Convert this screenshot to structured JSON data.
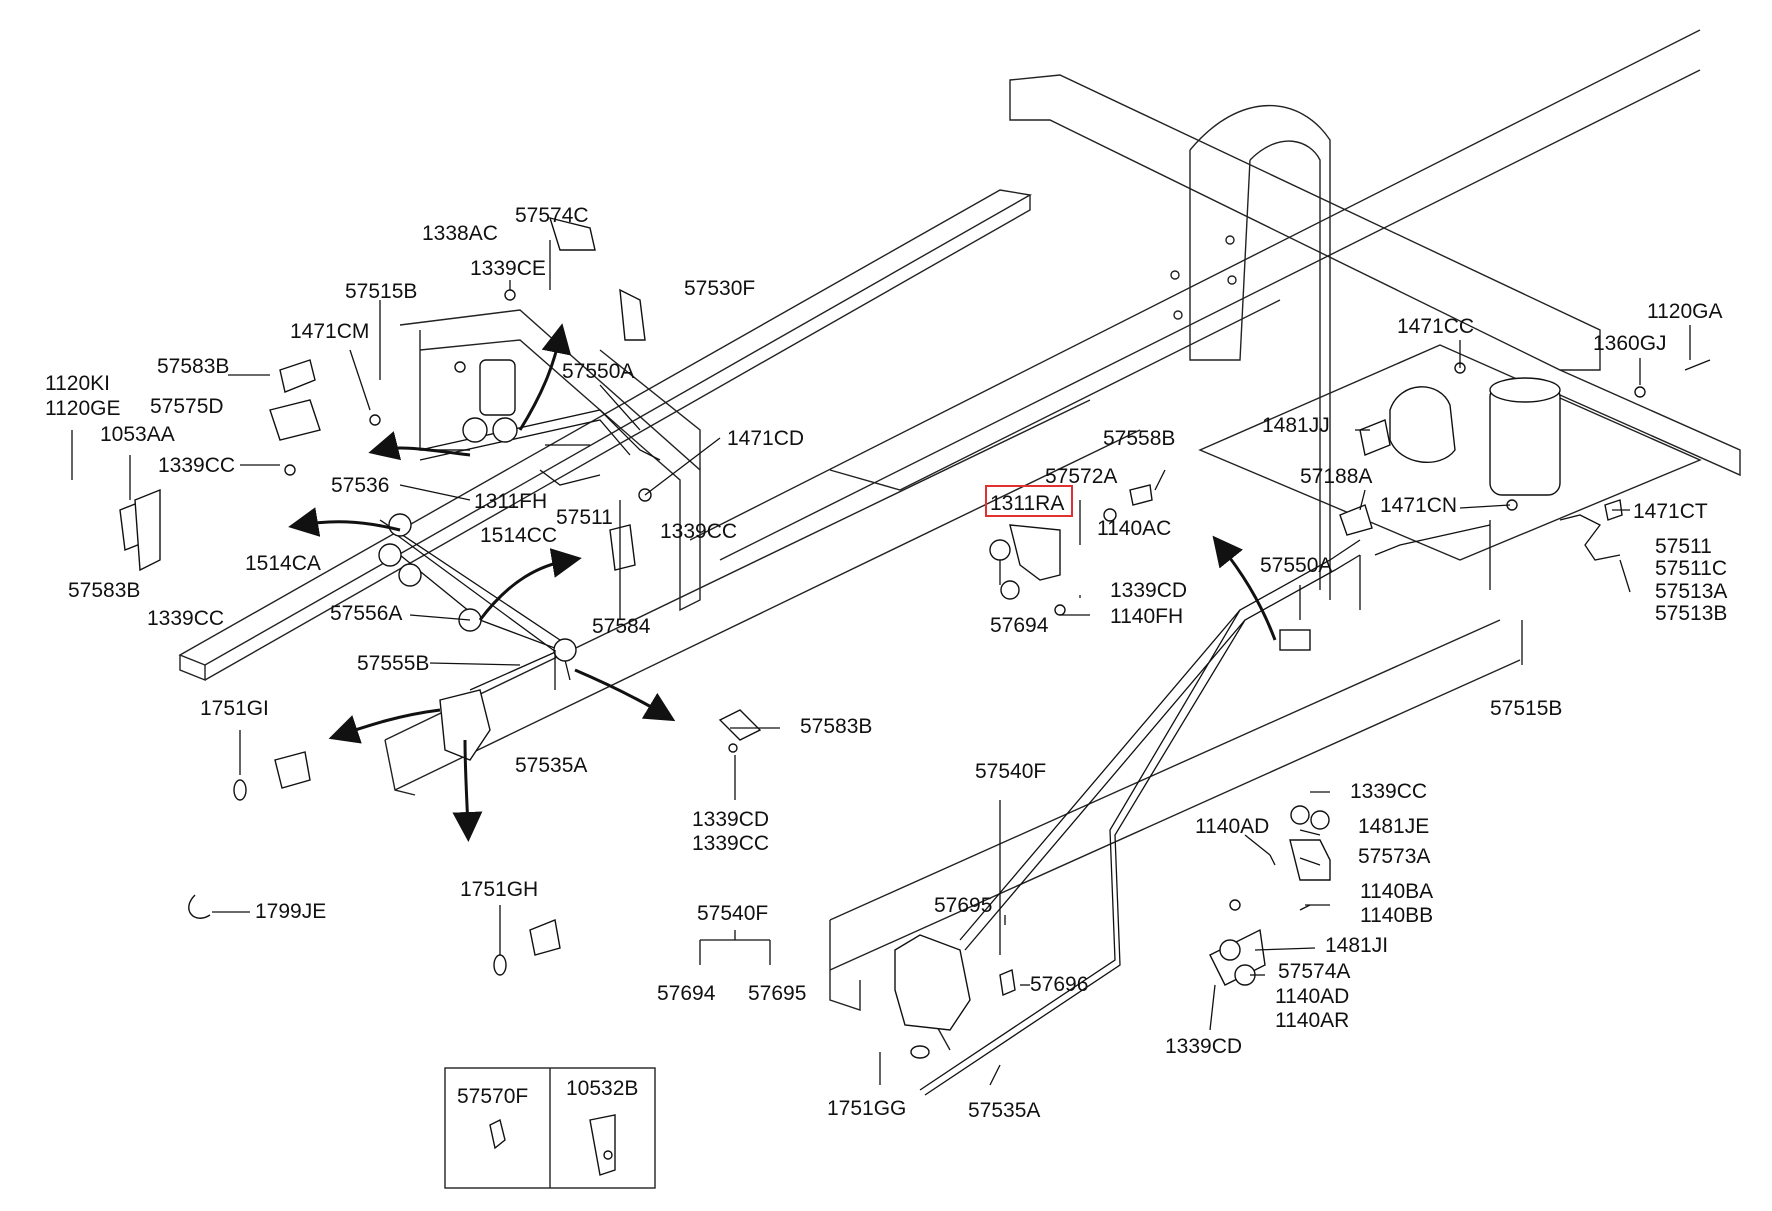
{
  "highlight_color": "#e03030",
  "labels": {
    "l_57574C": "57574C",
    "l_1338AC": "1338AC",
    "l_1339CE": "1339CE",
    "l_57530F": "57530F",
    "l_57515B_a": "57515B",
    "l_1471CM": "1471CM",
    "l_57583B_a": "57583B",
    "l_1120KI": "1120KI",
    "l_1120GE": "1120GE",
    "l_57575D": "57575D",
    "l_57550A_a": "57550A",
    "l_1053AA": "1053AA",
    "l_1471CD": "1471CD",
    "l_1339CC_a": "1339CC",
    "l_57536": "57536",
    "l_1311FH": "1311FH",
    "l_57511_a": "57511",
    "l_1339CC_b": "1339CC",
    "l_1514CC": "1514CC",
    "l_1514CA": "1514CA",
    "l_57583B_b": "57583B",
    "l_1339CC_c": "1339CC",
    "l_57584": "57584",
    "l_57556A": "57556A",
    "l_57555B": "57555B",
    "l_1751GI": "1751GI",
    "l_57583B_c": "57583B",
    "l_57535A_a": "57535A",
    "l_1339CD_a": "1339CD",
    "l_1339CC_d": "1339CC",
    "l_1799JE": "1799JE",
    "l_1751GH": "1751GH",
    "l_57540F_a": "57540F",
    "l_57694_a": "57694",
    "l_57695_a": "57695",
    "l_57570F": "57570F",
    "l_10532B": "10532B",
    "l_1120GA": "1120GA",
    "l_1471CC": "1471CC",
    "l_1360GJ": "1360GJ",
    "l_1481JJ": "1481JJ",
    "l_57558B": "57558B",
    "l_57572A": "57572A",
    "l_1311RA": "1311RA",
    "l_1140AC": "1140AC",
    "l_57188A": "57188A",
    "l_1471CN": "1471CN",
    "l_1471CT": "1471CT",
    "l_57511_b": "57511",
    "l_57511C": "57511C",
    "l_57513A": "57513A",
    "l_57513B": "57513B",
    "l_57550A_b": "57550A",
    "l_1339CD_b": "1339CD",
    "l_1140FH": "1140FH",
    "l_57694_b": "57694",
    "l_57515B_b": "57515B",
    "l_57540F_b": "57540F",
    "l_1339CC_e": "1339CC",
    "l_1140AD_a": "1140AD",
    "l_1481JE": "1481JE",
    "l_57573A": "57573A",
    "l_57695_b": "57695",
    "l_1140BA": "1140BA",
    "l_1140BB": "1140BB",
    "l_1481JI": "1481JI",
    "l_57574A": "57574A",
    "l_57696": "57696",
    "l_1140AD_b": "1140AD",
    "l_1140AR": "1140AR",
    "l_1339CD_c": "1339CD",
    "l_1751GG": "1751GG",
    "l_57535A_b": "57535A"
  }
}
